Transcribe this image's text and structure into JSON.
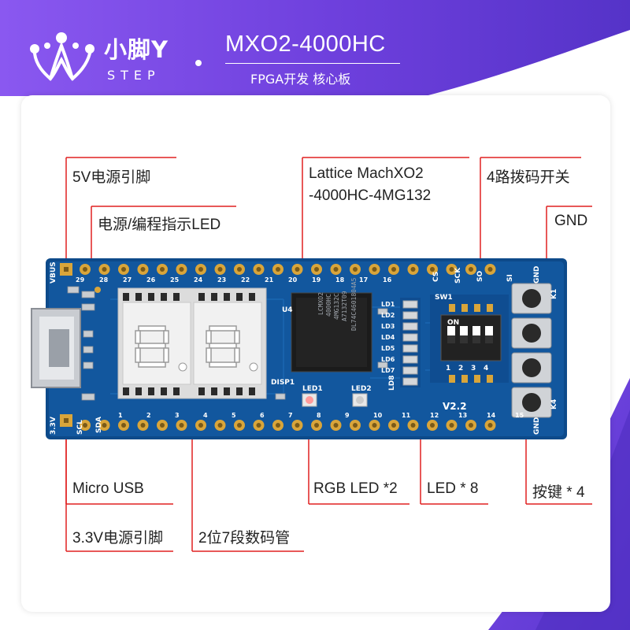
{
  "header": {
    "brand_cn": "小脚Y",
    "brand_en": "STEP",
    "model": "MXO2-4000HC",
    "subtitle": "FPGA开发 核心板"
  },
  "callouts": {
    "vbus_pin": "5V电源引脚",
    "power_led": "电源/编程指示LED",
    "fpga_line1": "Lattice MachXO2",
    "fpga_line2": "-4000HC-4MG132",
    "dip_switch": "4路拨码开关",
    "gnd": "GND",
    "micro_usb": "Micro USB",
    "rgb_led": "RGB LED *2",
    "led8": "LED * 8",
    "keys": "按键 * 4",
    "pin_33v": "3.3V电源引脚",
    "seg_display": "2位7段数码管"
  },
  "silkscreen": {
    "vbus": "VBUS",
    "v33": "3.3V",
    "scl": "SCL",
    "sda": "SDA",
    "top_pins": [
      "29",
      "28",
      "27",
      "26",
      "25",
      "24",
      "23",
      "22",
      "21",
      "20",
      "19",
      "18",
      "17",
      "16"
    ],
    "cs": "CS",
    "sck": "SCK",
    "so": "SO",
    "si": "SI",
    "gnd": "GND",
    "bottom_pins": [
      "1",
      "2",
      "3",
      "4",
      "5",
      "6",
      "7",
      "8",
      "9",
      "10",
      "11",
      "12",
      "13",
      "14",
      "15"
    ],
    "u4": "U4",
    "disp1": "DISP1",
    "led1": "LED1",
    "led2": "LED2",
    "ld": [
      "LD1",
      "LD2",
      "LD3",
      "LD4",
      "LD5",
      "LD6",
      "LD7",
      "LD8"
    ],
    "sw1": "SW1",
    "on": "ON",
    "dip_nums": [
      "1",
      "2",
      "3",
      "4"
    ],
    "version": "V2.2",
    "k1": "K1",
    "k4": "K4",
    "chip_text": [
      "LCMXO2",
      "4000HC",
      "4MG132C",
      "A7132T09",
      "DL74C4601804A5"
    ]
  },
  "colors": {
    "pcb": "#0d4a8a",
    "pad": "#d9a53a",
    "accent_red": "#e02020",
    "bg_purple": "#6a3fd6"
  }
}
